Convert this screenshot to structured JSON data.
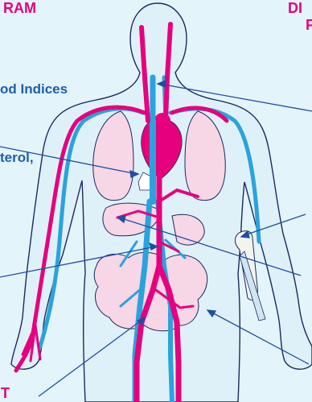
{
  "labels": {
    "top_left": "RAM",
    "top_right_1": "DI",
    "top_right_2": "F",
    "blood_indices": "od Indices",
    "cholesterol": "terol,",
    "bottom_left": "T"
  },
  "colors": {
    "background": "#e4f4fb",
    "artery": "#e6007e",
    "vein": "#2aa3dc",
    "outline": "#1b2a5e",
    "organ": "#f7d6e6",
    "bone": "#f4f4ef",
    "label_heading": "#e6007e",
    "label_text": "#1f5ea8",
    "pointer": "#1f4fa3"
  }
}
